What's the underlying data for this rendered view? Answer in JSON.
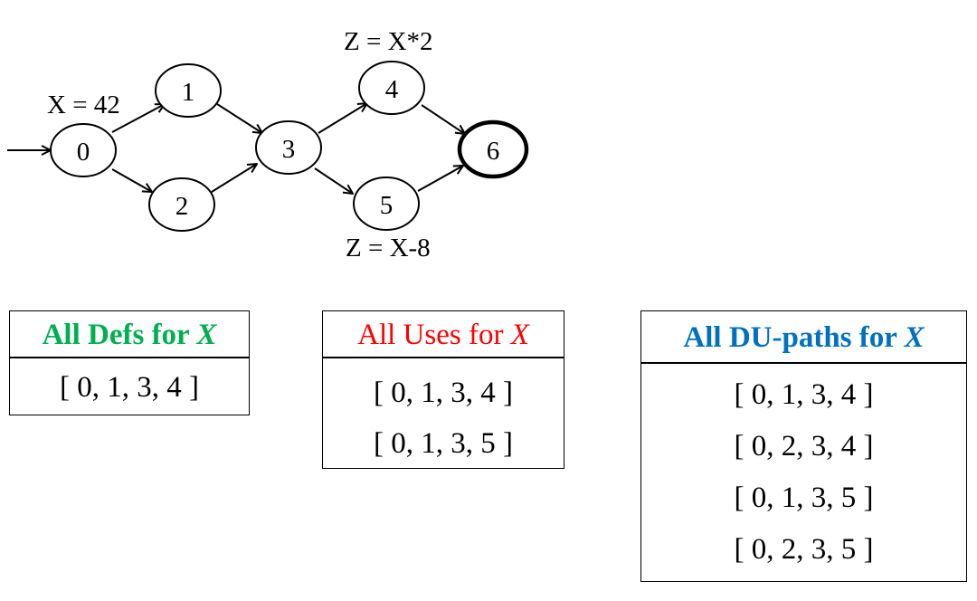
{
  "graph": {
    "nodes": [
      {
        "id": "0",
        "label": "0"
      },
      {
        "id": "1",
        "label": "1"
      },
      {
        "id": "2",
        "label": "2"
      },
      {
        "id": "3",
        "label": "3"
      },
      {
        "id": "4",
        "label": "4"
      },
      {
        "id": "5",
        "label": "5"
      },
      {
        "id": "6",
        "label": "6",
        "final": true
      }
    ],
    "edges": [
      [
        "0",
        "1"
      ],
      [
        "0",
        "2"
      ],
      [
        "1",
        "3"
      ],
      [
        "2",
        "3"
      ],
      [
        "3",
        "4"
      ],
      [
        "3",
        "5"
      ],
      [
        "4",
        "6"
      ],
      [
        "5",
        "6"
      ]
    ],
    "annotations": {
      "node0": "X = 42",
      "node4": "Z = X*2",
      "node5": "Z = X-8"
    }
  },
  "tables": {
    "defs": {
      "title_prefix": "All Defs for ",
      "title_var": "X",
      "color": "#00b050",
      "rows": [
        "[ 0, 1, 3, 4 ]"
      ]
    },
    "uses": {
      "title_prefix": "All Uses for ",
      "title_var": "X",
      "color": "#ff0000",
      "rows": [
        "[ 0, 1, 3, 4 ]",
        "[ 0, 1, 3, 5 ]"
      ]
    },
    "dupaths": {
      "title_prefix": "All DU-paths for ",
      "title_var": "X",
      "color": "#0070c0",
      "rows": [
        "[ 0, 1, 3, 4 ]",
        "[ 0, 2, 3, 4 ]",
        "[ 0, 1, 3, 5 ]",
        "[ 0, 2, 3, 5 ]"
      ]
    }
  }
}
